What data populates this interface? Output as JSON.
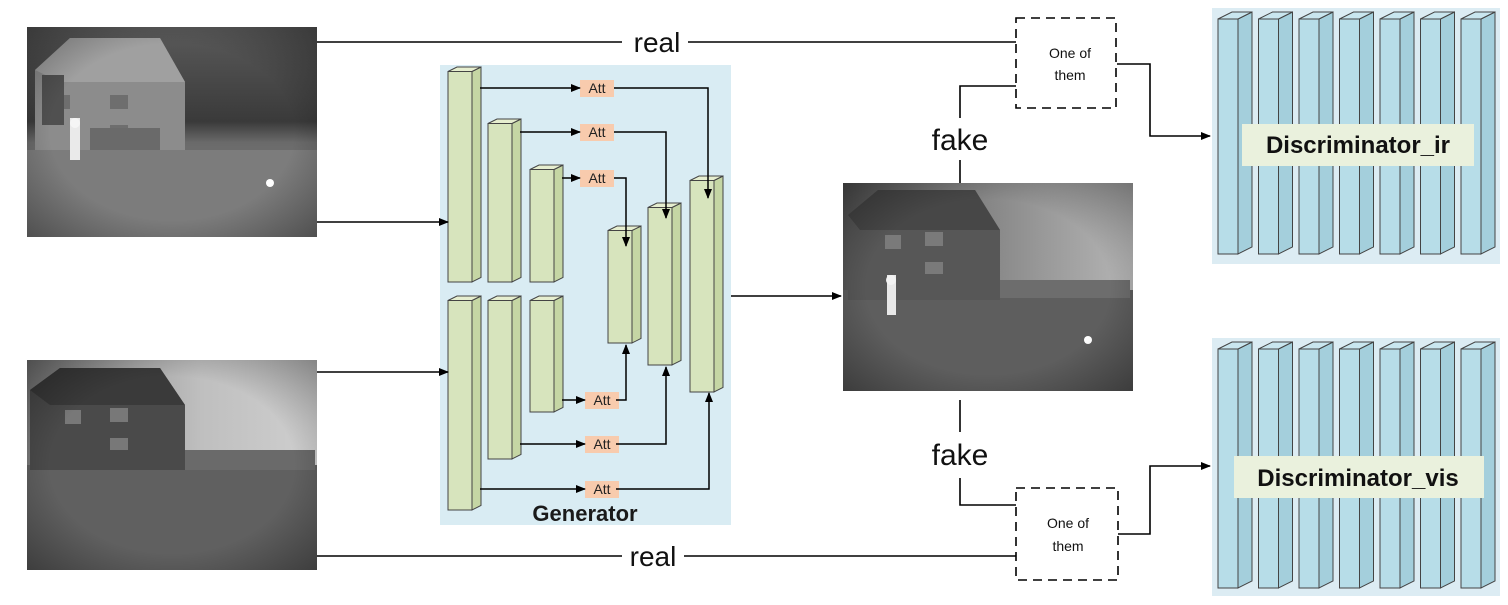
{
  "labels": {
    "real_top": "real",
    "real_bottom": "real",
    "fake_top": "fake",
    "fake_bottom": "fake",
    "one_of_them_top": [
      "One of",
      "them"
    ],
    "one_of_them_bottom": [
      "One of",
      "them"
    ],
    "generator": "Generator",
    "att": "Att",
    "discriminator_ir": "Discriminator_ir",
    "discriminator_vis": "Discriminator_vis"
  },
  "images": {
    "infrared_input": "infrared image (thermal scene with building and person)",
    "visible_input": "visible image (low-light scene with building)",
    "fused_output": "fused image"
  },
  "colors": {
    "generator_bg": "#d9ecf3",
    "block_front": "#d7e4bd",
    "block_side": "#c5d6a4",
    "att_bg": "#f8cbad",
    "discriminator_bg": "#dcecf3",
    "discriminator_block": "#b7dde8",
    "discriminator_label_bg": "#eaf1dd",
    "line": "#000000"
  }
}
